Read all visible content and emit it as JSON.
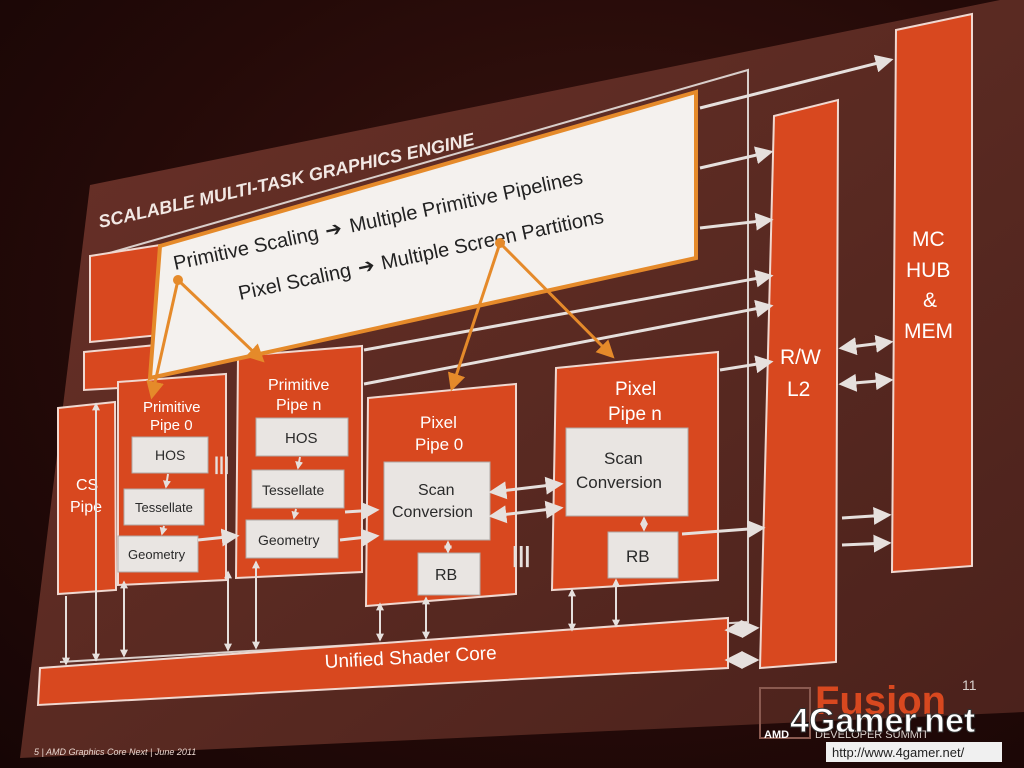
{
  "slide": {
    "heading": "SCALABLE MULTI-TASK GRAPHICS ENGINE",
    "callout": {
      "line1_left": "Primitive Scaling",
      "line1_right": "Multiple Primitive Pipelines",
      "line2_left": "Pixel Scaling",
      "line2_right": "Multiple Screen Partitions",
      "arrow_glyph": "➔"
    },
    "blocks": {
      "cs_pipe": "CS Pipe",
      "primitive_pipe_0": "Primitive Pipe 0",
      "primitive_pipe_n": "Primitive Pipe n",
      "pixel_pipe_0": "Pixel Pipe 0",
      "pixel_pipe_n": "Pixel Pipe n",
      "rw_l2": "R/W L2",
      "mc_hub_mem": "MC HUB & MEM",
      "unified_shader_core": "Unified Shader Core"
    },
    "inner": {
      "hos": "HOS",
      "tessellate": "Tessellate",
      "geometry": "Geometry",
      "scan_conversion": "Scan Conversion",
      "rb": "RB"
    },
    "footer": "5 | AMD Graphics Core Next | June 2011",
    "brand": {
      "fusion": "Fusion",
      "superscript": "11",
      "amd": "AMD",
      "tagline": "DEVELOPER SUMMIT"
    }
  },
  "watermark": {
    "logo": "4Gamer.net",
    "url": "http://www.4gamer.net/"
  },
  "colors": {
    "block_red": "#d8481f",
    "block_red_dark": "#b23a17",
    "screen_bg": "#5a2a22",
    "inner_box": "#e9e5e2",
    "callout_border": "#e58a2a",
    "arrow_white": "#e6e0dd"
  }
}
